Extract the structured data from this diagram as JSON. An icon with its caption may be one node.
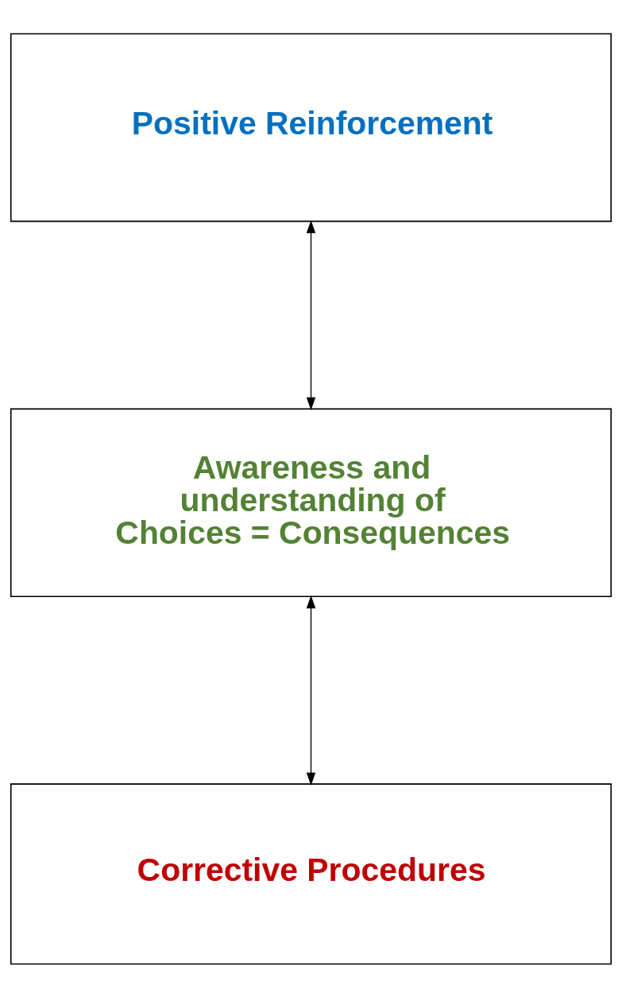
{
  "diagram": {
    "nodes": [
      {
        "text": [
          "Positive Reinforcement"
        ]
      },
      {
        "text": [
          "Awareness and understanding of Choices = Consequences"
        ]
      },
      {
        "text": [
          "Corrective Procedures"
        ]
      }
    ],
    "edges": [
      {
        "from": 0,
        "to": 1,
        "arrow": "both"
      },
      {
        "from": 1,
        "to": 2,
        "arrow": "both"
      }
    ]
  }
}
